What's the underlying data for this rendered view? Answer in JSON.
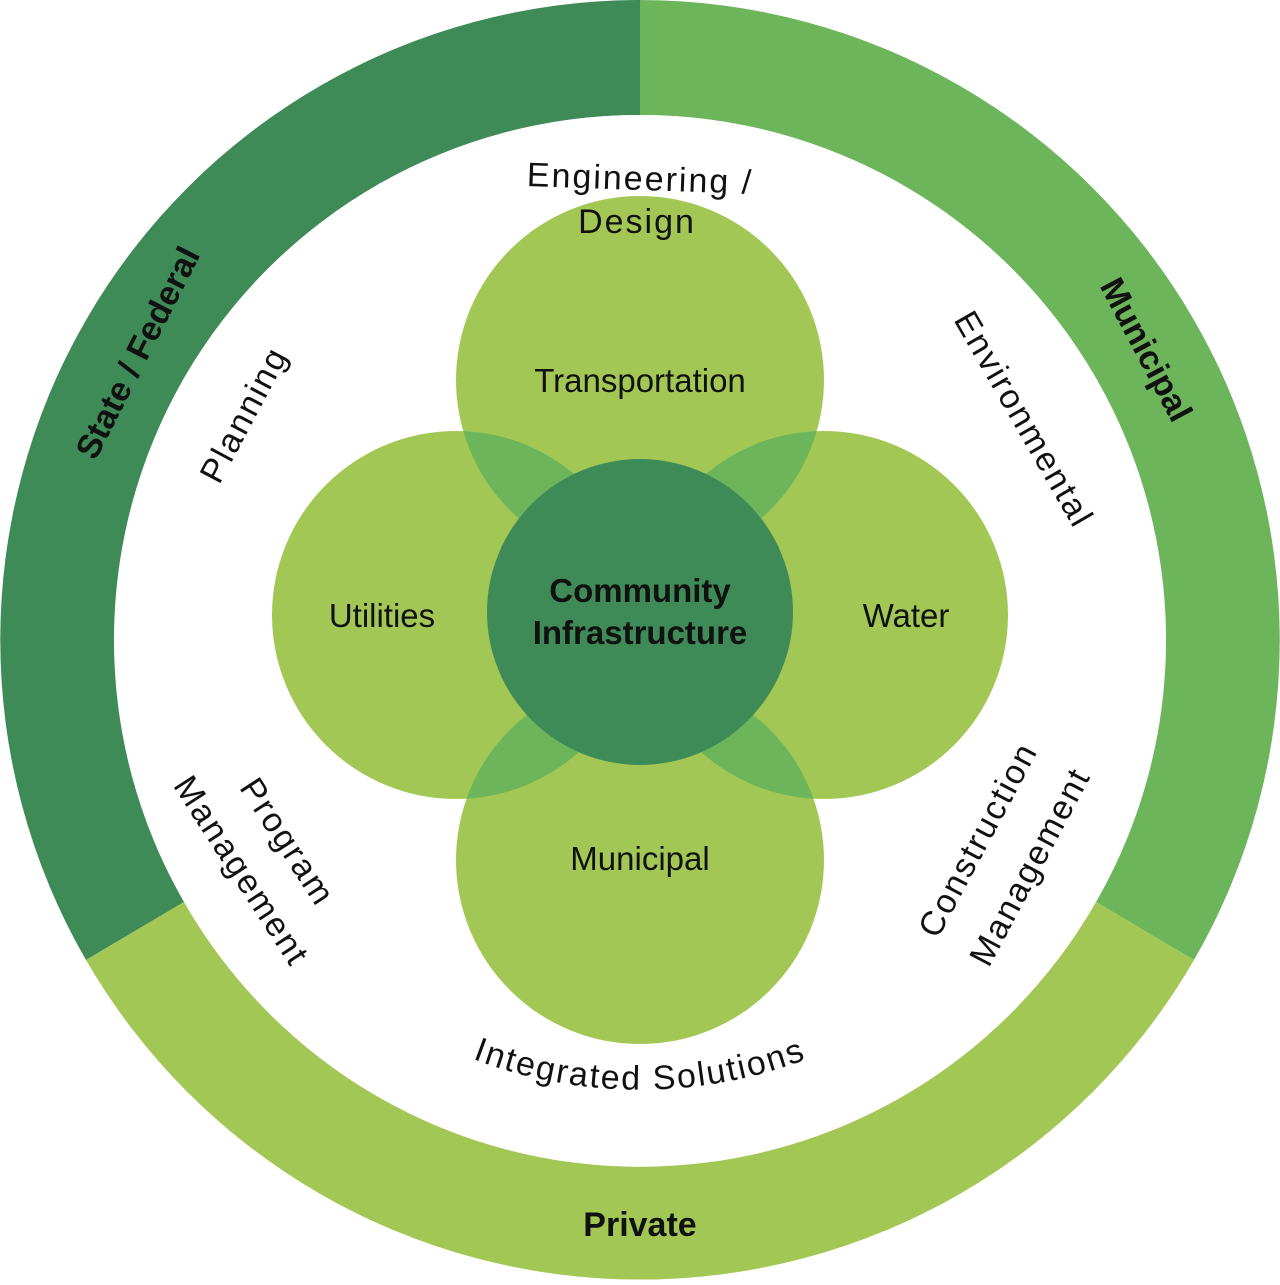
{
  "center": {
    "line1": "Community",
    "line2": "Infrastructure"
  },
  "petals": {
    "top": "Transportation",
    "left": "Utilities",
    "right": "Water",
    "bottom": "Municipal"
  },
  "services": {
    "engineering_line1": "Engineering /",
    "engineering_line2": "Design",
    "planning": "Planning",
    "environmental": "Environmental",
    "program_line1": "Program",
    "program_line2": "Management",
    "construction_line1": "Construction",
    "construction_line2": "Management",
    "integrated": "Integrated Solutions"
  },
  "segments": {
    "state_federal": "State / Federal",
    "municipal": "Municipal",
    "private": "Private"
  },
  "colors": {
    "dark_green": "#3e8b57",
    "mid_green": "#6db55b",
    "light_green": "#a3c755",
    "overlap_green": "#6db55b",
    "text": "#111111"
  }
}
